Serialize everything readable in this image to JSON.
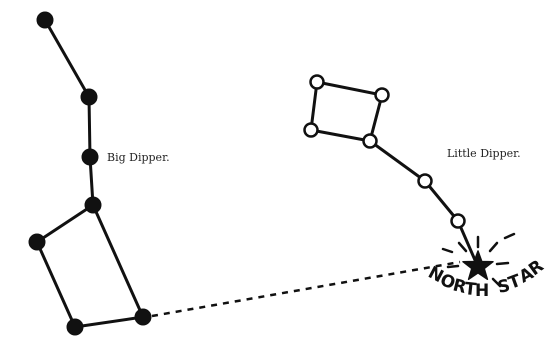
{
  "big_dipper": {
    "label": "Big Dipper."
  },
  "little_dipper": {
    "label": "Little Dipper."
  },
  "north_star": {
    "label": "NORTH STAR",
    "letters": [
      "N",
      "O",
      "R",
      "T",
      "H",
      "S",
      "T",
      "A",
      "R"
    ]
  },
  "colors": {
    "ink": "#111111",
    "background": "#ffffff"
  }
}
